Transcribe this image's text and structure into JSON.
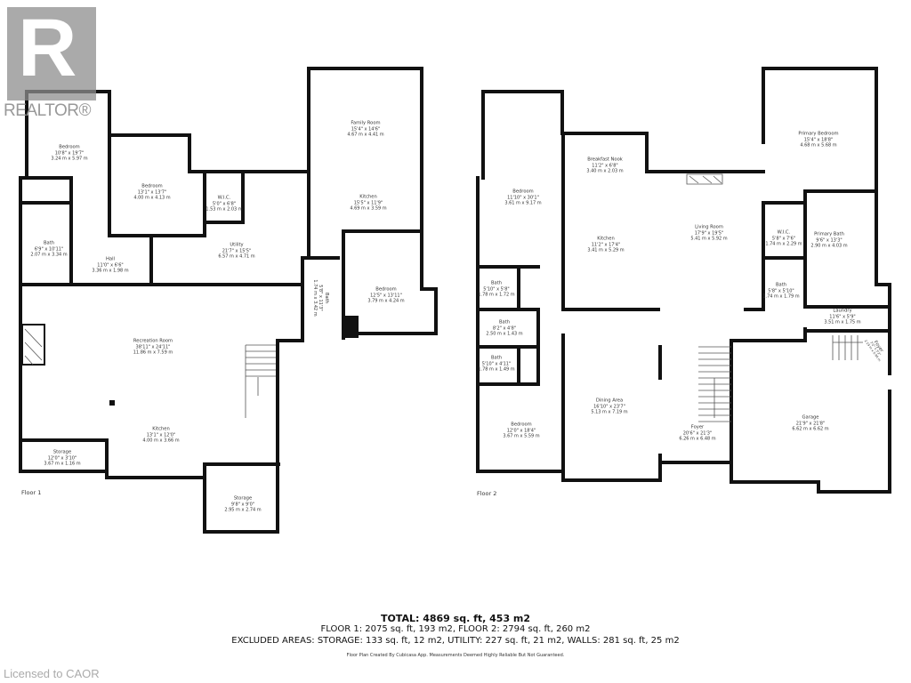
{
  "logo": {
    "text": "REALTOR®",
    "icon": "realtor-r-logo"
  },
  "floor1": {
    "label": "Floor 1",
    "rooms": [
      {
        "name": "Bedroom",
        "imperial": "10'8\" x 19'7\"",
        "metric": "3.24 m x 5.97 m"
      },
      {
        "name": "Bedroom",
        "imperial": "13'1\" x 13'7\"",
        "metric": "4.00 m x 4.13 m"
      },
      {
        "name": "W.I.C.",
        "imperial": "5'0\" x 6'8\"",
        "metric": "1.53 m x 2.03 m"
      },
      {
        "name": "Family Room",
        "imperial": "15'4\" x 14'6\"",
        "metric": "4.67 m x 4.41 m"
      },
      {
        "name": "Kitchen",
        "imperial": "15'5\" x 11'9\"",
        "metric": "4.69 m x 3.59 m"
      },
      {
        "name": "Bath",
        "imperial": "6'9\" x 10'11\"",
        "metric": "2.07 m x 3.34 m"
      },
      {
        "name": "Hall",
        "imperial": "11'0\" x 6'6\"",
        "metric": "3.36 m x 1.98 m"
      },
      {
        "name": "Utility",
        "imperial": "21'7\" x 15'5\"",
        "metric": "6.57 m x 4.71 m"
      },
      {
        "name": "Bath",
        "imperial": "5'8\" x 11'3\"",
        "metric": "1.74 m x 3.42 m"
      },
      {
        "name": "Bedroom",
        "imperial": "12'5\" x 13'11\"",
        "metric": "3.79 m x 4.24 m"
      },
      {
        "name": "Recreation Room",
        "imperial": "38'11\" x 24'11\"",
        "metric": "11.86 m x 7.59 m"
      },
      {
        "name": "Kitchen",
        "imperial": "13'1\" x 12'0\"",
        "metric": "4.00 m x 3.66 m"
      },
      {
        "name": "Storage",
        "imperial": "12'0\" x 3'10\"",
        "metric": "3.67 m x 1.16 m"
      },
      {
        "name": "Storage",
        "imperial": "9'8\" x 9'0\"",
        "metric": "2.95 m x 2.74 m"
      }
    ]
  },
  "floor2": {
    "label": "Floor 2",
    "rooms": [
      {
        "name": "Bedroom",
        "imperial": "11'10\" x 30'1\"",
        "metric": "3.61 m x 9.17 m"
      },
      {
        "name": "Breakfast Nook",
        "imperial": "11'2\" x 6'8\"",
        "metric": "3.40 m x 2.03 m"
      },
      {
        "name": "Kitchen",
        "imperial": "11'2\" x 17'4\"",
        "metric": "3.41 m x 5.29 m"
      },
      {
        "name": "Living Room",
        "imperial": "17'9\" x 19'5\"",
        "metric": "5.41 m x 5.92 m"
      },
      {
        "name": "Primary Bedroom",
        "imperial": "15'4\" x 18'8\"",
        "metric": "4.68 m x 5.68 m"
      },
      {
        "name": "W.I.C.",
        "imperial": "5'8\" x 7'6\"",
        "metric": "1.74 m x 2.29 m"
      },
      {
        "name": "Primary Bath",
        "imperial": "9'6\" x 13'3\"",
        "metric": "2.90 m x 4.03 m"
      },
      {
        "name": "Bath",
        "imperial": "5'8\" x 5'10\"",
        "metric": "1.74 m x 1.79 m"
      },
      {
        "name": "Bath",
        "imperial": "5'10\" x 5'8\"",
        "metric": "1.78 m x 1.72 m"
      },
      {
        "name": "Bath",
        "imperial": "8'2\" x 4'8\"",
        "metric": "2.50 m x 1.43 m"
      },
      {
        "name": "Bath",
        "imperial": "5'10\" x 4'11\"",
        "metric": "1.78 m x 1.49 m"
      },
      {
        "name": "Laundry",
        "imperial": "11'6\" x 5'9\"",
        "metric": "3.51 m x 1.75 m"
      },
      {
        "name": "Foyer",
        "imperial": "7'2\" x 3'2\"",
        "metric": "2.19 m x 0.96 m"
      },
      {
        "name": "Dining Area",
        "imperial": "16'10\" x 23'7\"",
        "metric": "5.13 m x 7.19 m"
      },
      {
        "name": "Foyer",
        "imperial": "20'6\" x 21'3\"",
        "metric": "6.26 m x 6.48 m"
      },
      {
        "name": "Garage",
        "imperial": "21'9\" x 21'8\"",
        "metric": "6.62 m x 6.62 m"
      },
      {
        "name": "Bedroom",
        "imperial": "12'0\" x 18'4\"",
        "metric": "3.67 m x 5.59 m"
      }
    ]
  },
  "summary": {
    "total": "TOTAL: 4869 sq. ft, 453 m2",
    "floors": "FLOOR 1: 2075 sq. ft, 193 m2, FLOOR 2: 2794 sq. ft, 260 m2",
    "excluded": "EXCLUDED AREAS: STORAGE: 133 sq. ft, 12 m2, UTILITY: 227 sq. ft, 21 m2, WALLS: 281 sq. ft, 25 m2",
    "credit": "Floor Plan Created By Cubicasa App. Measurements Deemed Highly Reliable But Not Guaranteed."
  },
  "license": "Licensed to CAOR"
}
